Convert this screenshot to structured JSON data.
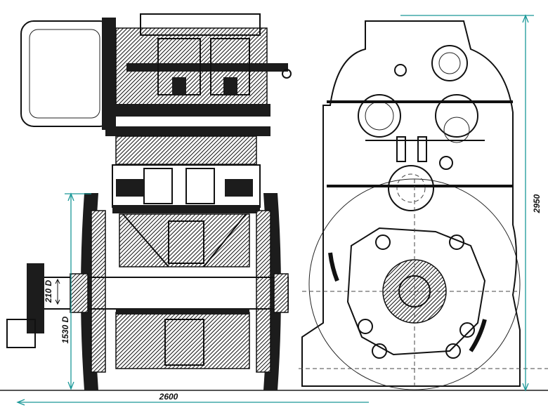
{
  "drawing": {
    "title": "Engine and gearbox arrangement, side and end views",
    "dimensions": {
      "overall_height": "2950",
      "overall_length": "2600",
      "wheel_diameter": "1530 D",
      "axle_diameter": "210 D"
    },
    "colors": {
      "dimension_line": "#1a9898",
      "ink": "#111111"
    }
  }
}
